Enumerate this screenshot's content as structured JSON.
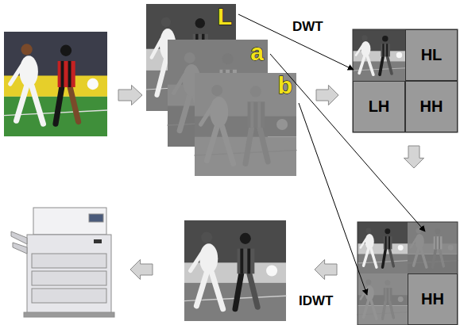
{
  "diagram": {
    "nodes": [
      {
        "text": [
          "L"
        ]
      },
      {
        "text": [
          "a"
        ]
      },
      {
        "text": [
          "b"
        ]
      },
      {
        "text": [
          "HL"
        ]
      },
      {
        "text": [
          "LH"
        ]
      },
      {
        "text": [
          "HH"
        ]
      },
      {
        "text": [
          "HH"
        ]
      }
    ],
    "labels": [
      "DWT",
      "IDWT"
    ]
  }
}
